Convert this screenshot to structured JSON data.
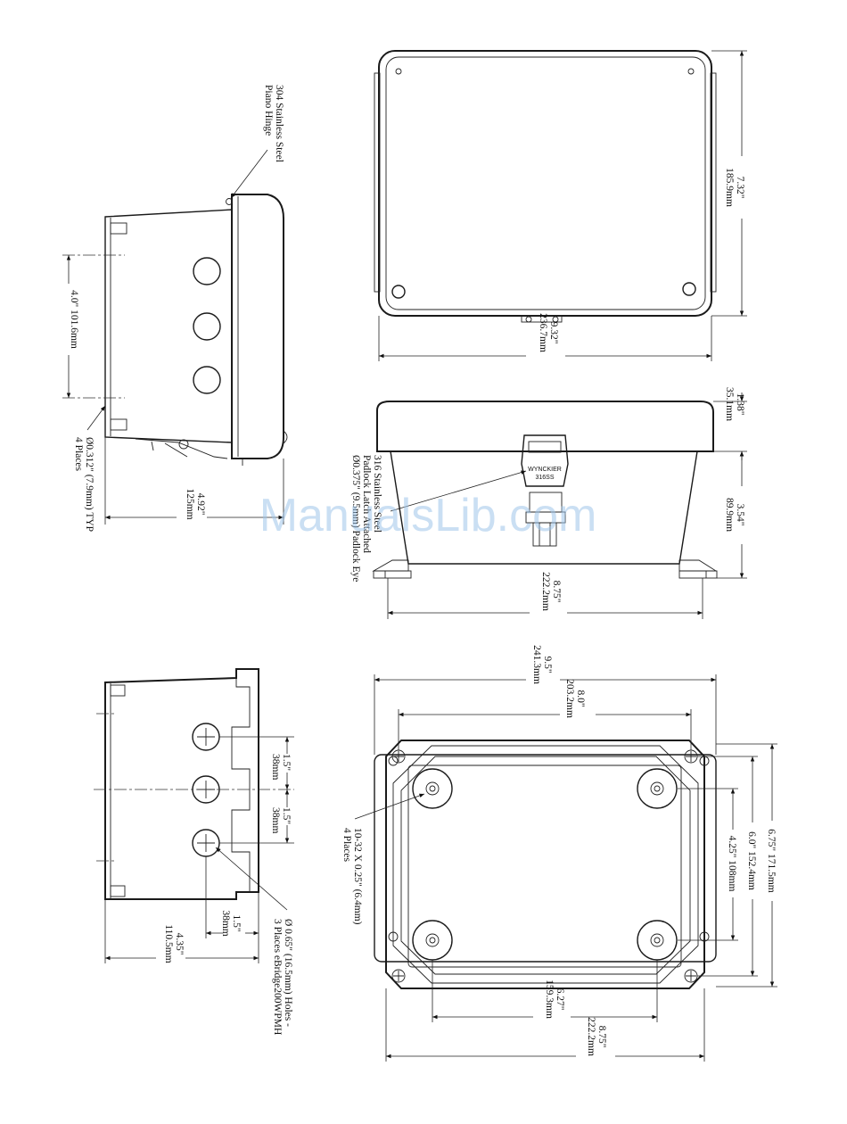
{
  "watermark": "ManualsLib.com",
  "views": {
    "front": {
      "width_in": "9.32\"",
      "width_mm": "236.7mm",
      "height_in": "7.32\"",
      "height_mm": "185.9mm"
    },
    "side_upper": {
      "hinge_line1": "304 Stainless Steel",
      "hinge_line2": "Piano Hinge",
      "spacing": "4.0\" 101.6mm",
      "hole_line1": "Ø0.312\" (7.9mm) TYP",
      "hole_line2": "4 Places",
      "depth_in": "4.92\"",
      "depth_mm": "125mm"
    },
    "elevation": {
      "latch_brand": "WYNCKIER",
      "latch_model": "316SS",
      "padlock_line1": "316 Stainless Steel",
      "padlock_line2": "Padlock Latch Attached",
      "padlock_line3": "Ø0.375\" (9.5mm) Padlock Eye",
      "cover_in": "1.38\"",
      "cover_mm": "35.1mm",
      "body_in": "3.54\"",
      "body_mm": "89.9mm",
      "base_in": "8.75\"",
      "base_mm": "222.2mm"
    },
    "side_lower": {
      "pitch1_in": "1.5\"",
      "pitch1_mm": "38mm",
      "pitch2_in": "1.5\"",
      "pitch2_mm": "38mm",
      "offset_in": "1.5\"",
      "offset_mm": "38mm",
      "depth_in": "4.35\"",
      "depth_mm": "110.5mm",
      "holes_line1": "Ø 0.65\" (16.5mm) Holes -",
      "holes_line2": "3 Places eBridge200WPMH"
    },
    "plan": {
      "overall_in": "9.5\"",
      "overall_mm": "241.3mm",
      "hole_span_in": "8.0\"",
      "hole_span_mm": "203.2mm",
      "boss_span_in": "6.27\"",
      "boss_span_mm": "159.3mm",
      "flange_in": "8.75\"",
      "flange_mm": "222.2mm",
      "height_outer": "6.75\" 171.5mm",
      "height_holes": "6.0\" 152.4mm",
      "height_boss": "4.25\" 108mm",
      "screw_line1": "10-32 X 0.25\" (6.4mm)",
      "screw_line2": "4 Places"
    }
  }
}
